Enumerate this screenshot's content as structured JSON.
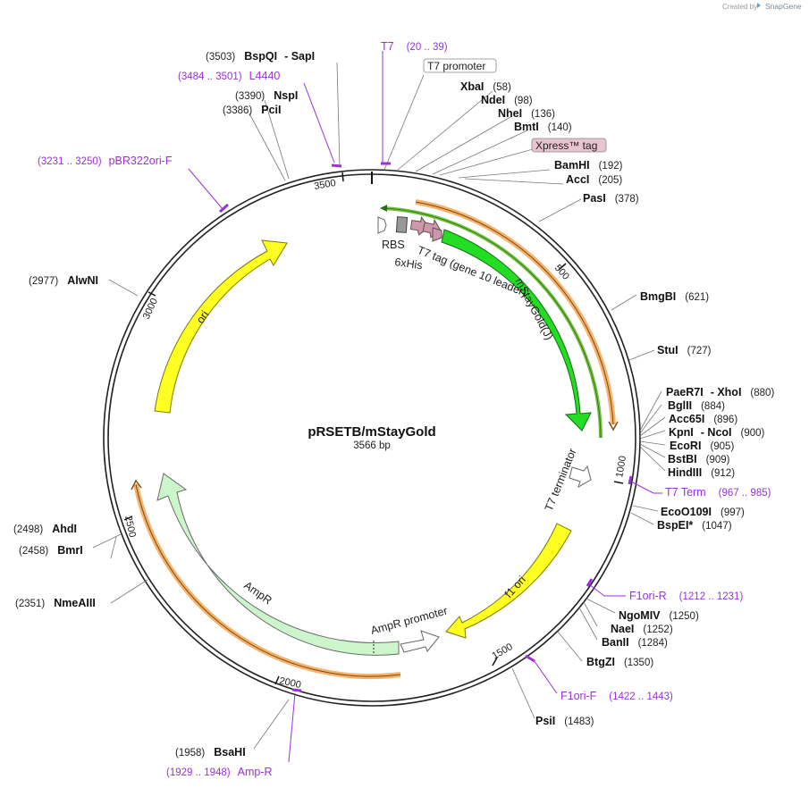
{
  "credit": {
    "prefix": "Created by",
    "brand": "SnapGene"
  },
  "plasmid": {
    "name": "pRSETB/mStayGold",
    "length": "3566 bp"
  },
  "ticks": [
    "500",
    "1000",
    "1500",
    "2000",
    "2500",
    "3000",
    "3500"
  ],
  "features": {
    "rbs": "RBS",
    "his": "6xHis",
    "t7tag": "T7 tag (gene 10 leader)",
    "mstaygold": "mStayGold(J)",
    "ori": "ori",
    "t7term": "T7 terminator",
    "f1ori": "f1 ori",
    "ampr": "AmpR",
    "amprpromoter": "AmpR promoter"
  },
  "callouts": {
    "t7promoter": "T7 promoter",
    "xpress": "Xpress™ tag"
  },
  "sites": [
    {
      "name": "BspQI",
      "pos": "(3503)",
      "extra": "SapI"
    },
    {
      "name": "NspI",
      "pos": "(3390)"
    },
    {
      "name": "PciI",
      "pos": "(3386)"
    },
    {
      "name": "XbaI",
      "pos": "(58)"
    },
    {
      "name": "NdeI",
      "pos": "(98)"
    },
    {
      "name": "NheI",
      "pos": "(136)"
    },
    {
      "name": "BmtI",
      "pos": "(140)"
    },
    {
      "name": "BamHI",
      "pos": "(192)"
    },
    {
      "name": "AccI",
      "pos": "(205)"
    },
    {
      "name": "PasI",
      "pos": "(378)"
    },
    {
      "name": "BmgBI",
      "pos": "(621)"
    },
    {
      "name": "StuI",
      "pos": "(727)"
    },
    {
      "name": "PaeR7I",
      "pos": "(880)",
      "extra": "XhoI"
    },
    {
      "name": "BglII",
      "pos": "(884)"
    },
    {
      "name": "Acc65I",
      "pos": "(896)"
    },
    {
      "name": "KpnI",
      "pos": "(900)",
      "extra": "NcoI"
    },
    {
      "name": "EcoRI",
      "pos": "(905)"
    },
    {
      "name": "BstBI",
      "pos": "(909)"
    },
    {
      "name": "HindIII",
      "pos": "(912)"
    },
    {
      "name": "EcoO109I",
      "pos": "(997)"
    },
    {
      "name": "BspEI",
      "star": "*",
      "pos": "(1047)"
    },
    {
      "name": "NgoMIV",
      "pos": "(1250)"
    },
    {
      "name": "NaeI",
      "pos": "(1252)"
    },
    {
      "name": "BanII",
      "pos": "(1284)"
    },
    {
      "name": "BtgZI",
      "pos": "(1350)"
    },
    {
      "name": "PsiI",
      "pos": "(1483)"
    },
    {
      "name": "BsaHI",
      "pos": "(1958)"
    },
    {
      "name": "AhdI",
      "pos": "(2498)"
    },
    {
      "name": "BmrI",
      "pos": "(2458)"
    },
    {
      "name": "NmeAIII",
      "pos": "(2351)"
    },
    {
      "name": "AlwNI",
      "pos": "(2977)"
    }
  ],
  "primers": [
    {
      "name": "T7",
      "range": "(20 .. 39)"
    },
    {
      "name": "L4440",
      "range": "(3484 .. 3501)"
    },
    {
      "name": "pBR322ori-F",
      "range": "(3231 .. 3250)"
    },
    {
      "name": "T7 Term",
      "range": "(967 .. 985)"
    },
    {
      "name": "F1ori-R",
      "range": "(1212 .. 1231)"
    },
    {
      "name": "F1ori-F",
      "range": "(1422 .. 1443)"
    },
    {
      "name": "Amp-R",
      "range": "(1929 .. 1948)"
    }
  ]
}
